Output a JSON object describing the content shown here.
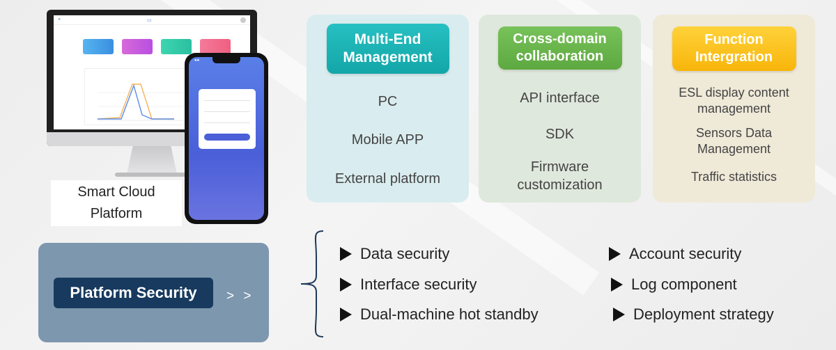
{
  "platform": {
    "label_line1": "Smart Cloud",
    "label_line2": "Platform"
  },
  "categories": [
    {
      "title": "Multi-End Management",
      "color": "#13a6a8",
      "items": [
        "PC",
        "Mobile APP",
        "External platform"
      ]
    },
    {
      "title": "Cross-domain collaboration",
      "color": "#5ea841",
      "items": [
        "API  interface",
        "SDK",
        "Firmware customization"
      ]
    },
    {
      "title": "Function Intergration",
      "color": "#f8b50a",
      "items": [
        "ESL display content management",
        "Sensors Data Management",
        "Traffic statistics"
      ]
    }
  ],
  "security": {
    "title": "Platform Security",
    "arrows": "> >",
    "items_left": [
      "Data security",
      "Interface security",
      "Dual-machine hot standby"
    ],
    "items_right": [
      "Account security",
      "Log component",
      "Deployment strategy"
    ]
  },
  "colors": {
    "security_box": "#7d97ae",
    "security_button": "#173a5e"
  }
}
